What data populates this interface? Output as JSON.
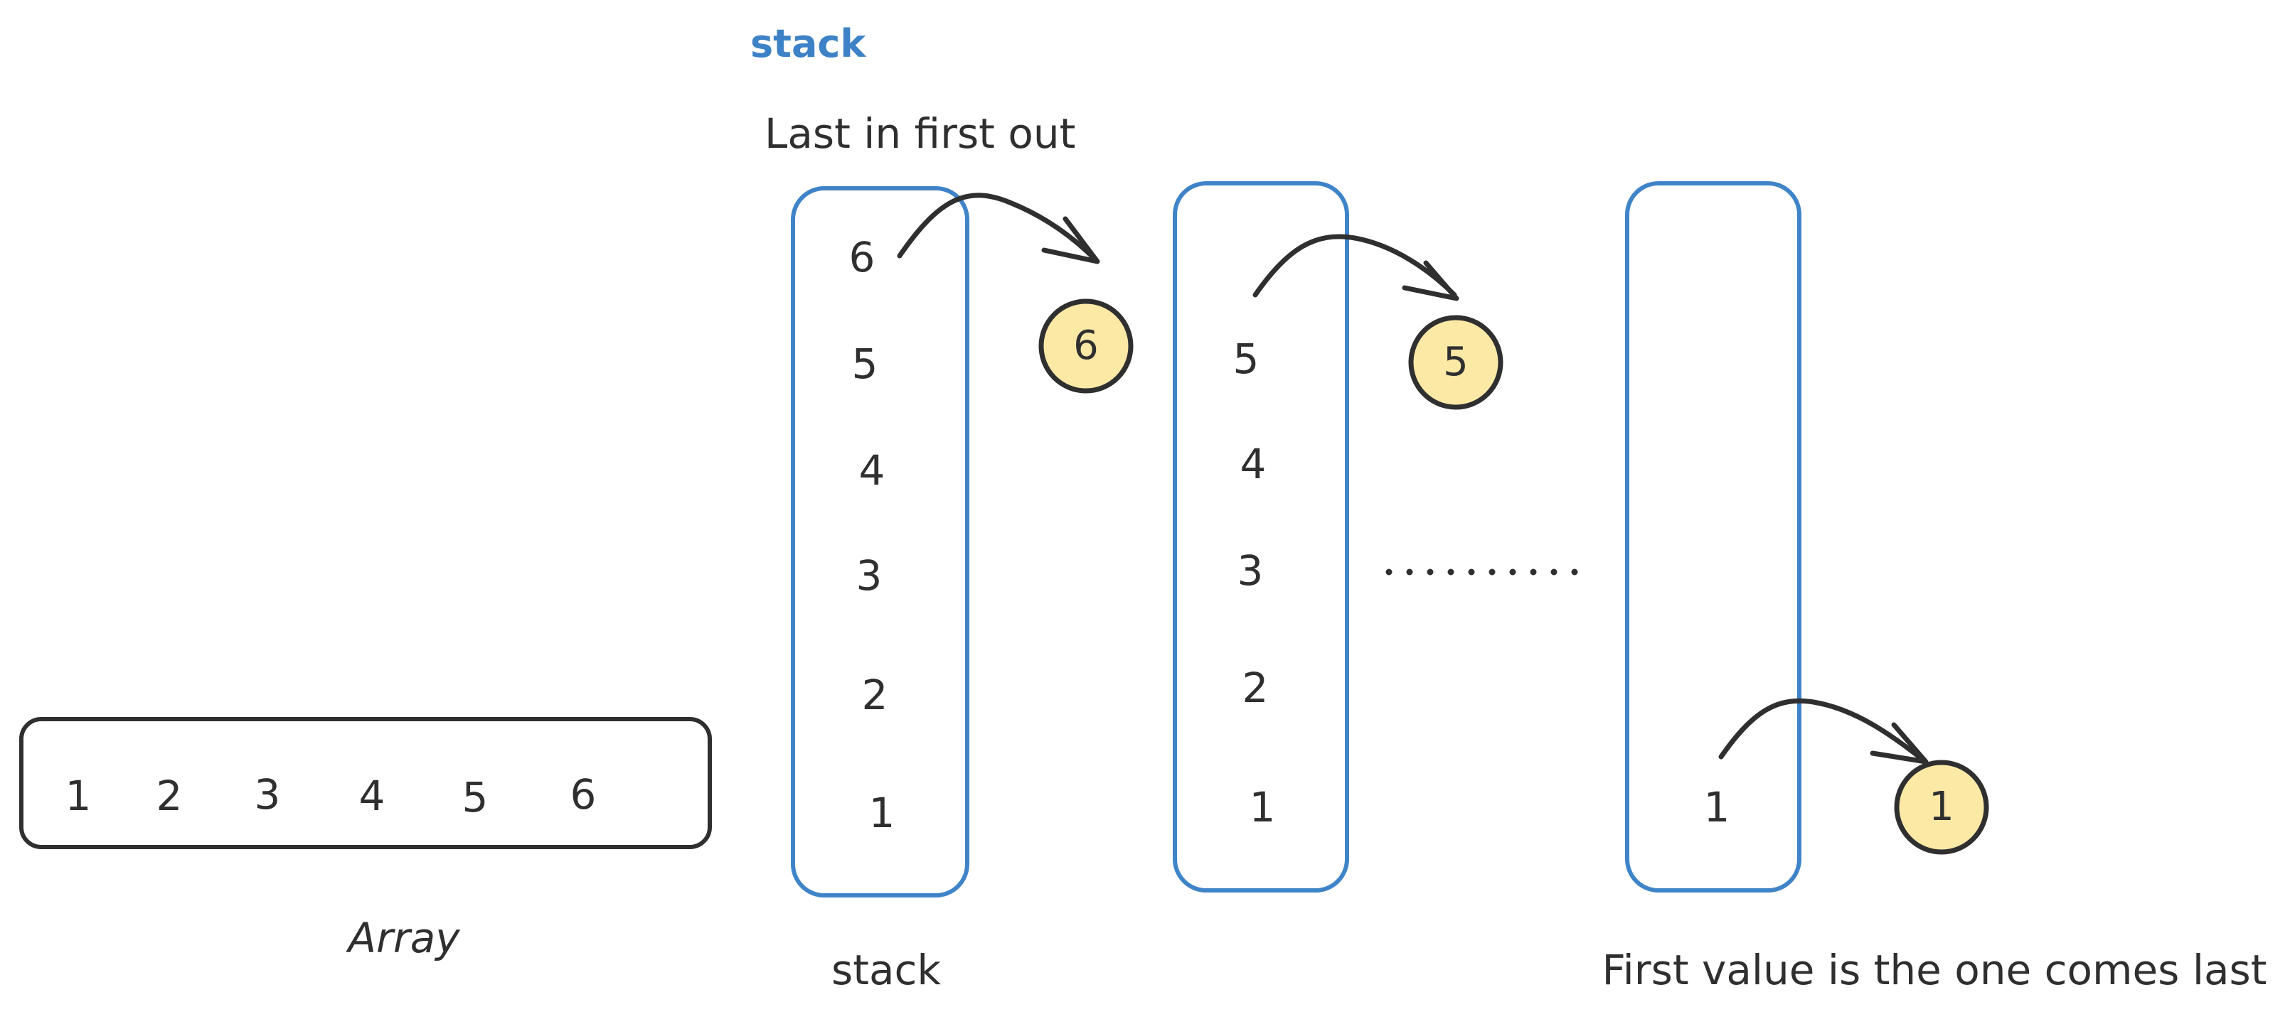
{
  "title": "stack",
  "subtitle": "Last in first out",
  "array": {
    "label": "Array",
    "values": [
      "1",
      "2",
      "3",
      "4",
      "5",
      "6"
    ]
  },
  "stacks": [
    {
      "values": [
        "6",
        "5",
        "4",
        "3",
        "2",
        "1"
      ],
      "label": "stack",
      "popped": "6"
    },
    {
      "values": [
        "5",
        "4",
        "3",
        "2",
        "1"
      ],
      "popped": "5"
    },
    {
      "values": [
        "1"
      ],
      "popped": "1"
    }
  ],
  "caption": "First value is the one comes last",
  "colors": {
    "stack_outline": "#3f84c8",
    "title": "#3d82c6",
    "token_fill": "#fce9a6",
    "ink": "#2f2f2f"
  }
}
